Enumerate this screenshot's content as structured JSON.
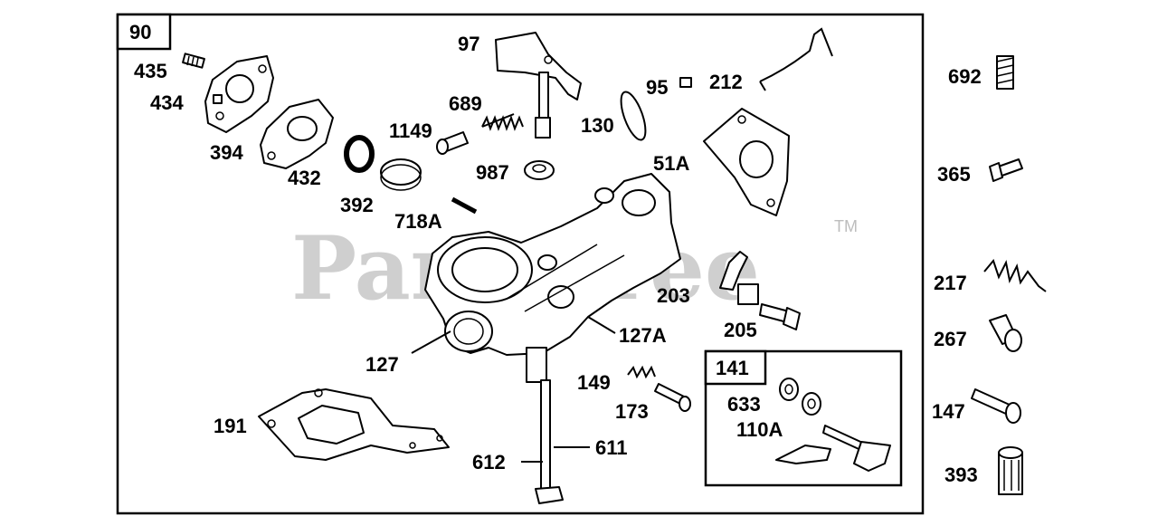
{
  "diagram": {
    "main_group_label": "90",
    "sub_group_label": "141",
    "watermark": "PartsTree",
    "trademark": "TM",
    "parts": [
      {
        "id": "435"
      },
      {
        "id": "434"
      },
      {
        "id": "394"
      },
      {
        "id": "432"
      },
      {
        "id": "392"
      },
      {
        "id": "718A"
      },
      {
        "id": "1149"
      },
      {
        "id": "689"
      },
      {
        "id": "987"
      },
      {
        "id": "97"
      },
      {
        "id": "130"
      },
      {
        "id": "95"
      },
      {
        "id": "212"
      },
      {
        "id": "51A"
      },
      {
        "id": "203"
      },
      {
        "id": "205"
      },
      {
        "id": "127A"
      },
      {
        "id": "127"
      },
      {
        "id": "149"
      },
      {
        "id": "173"
      },
      {
        "id": "191"
      },
      {
        "id": "612"
      },
      {
        "id": "611"
      },
      {
        "id": "633"
      },
      {
        "id": "110A"
      },
      {
        "id": "692"
      },
      {
        "id": "365"
      },
      {
        "id": "217"
      },
      {
        "id": "267"
      },
      {
        "id": "147"
      },
      {
        "id": "393"
      }
    ]
  }
}
